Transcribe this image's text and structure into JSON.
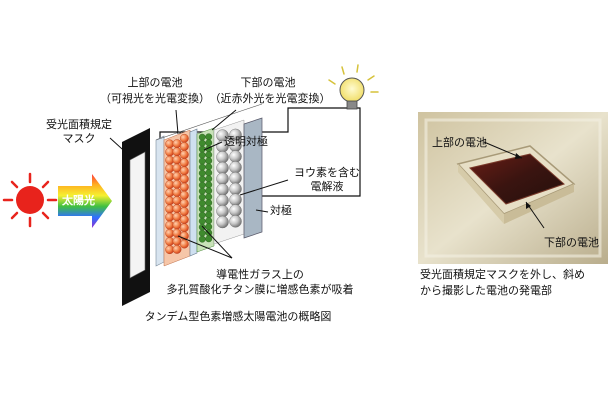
{
  "diagram": {
    "caption": "タンデム型色素増感太陽電池の概略図",
    "top_cell_title": "上部の電池",
    "top_cell_desc": "（可視光を光電変換）",
    "bottom_cell_title": "下部の電池",
    "bottom_cell_desc": "（近赤外光を光電変換）",
    "mask_label_1": "受光面積規定",
    "mask_label_2": "マスク",
    "sunlight_label": "太陽光",
    "transparent_counter_label": "透明対極",
    "electrolyte_label_1": "ヨウ素を含む",
    "electrolyte_label_2": "電解液",
    "counter_electrode_label": "対極",
    "dye_film_label_1": "導電性ガラス上の",
    "dye_film_label_2": "多孔質酸化チタン膜に増感色素が吸着",
    "icons": [
      "sun-icon",
      "lightbulb-icon",
      "arrow-icon"
    ]
  },
  "photo": {
    "top_cell_label": "上部の電池",
    "bottom_cell_label": "下部の電池",
    "caption_line_1": "受光面積規定マスクを外し、斜め",
    "caption_line_2": "から撮影した電池の発電部"
  },
  "colors": {
    "sun": "#e8231c",
    "red_dye": "#e04a2a",
    "green_dye": "#3f8a2e",
    "mask": "#111111",
    "cell_dark": "#3a1410"
  }
}
